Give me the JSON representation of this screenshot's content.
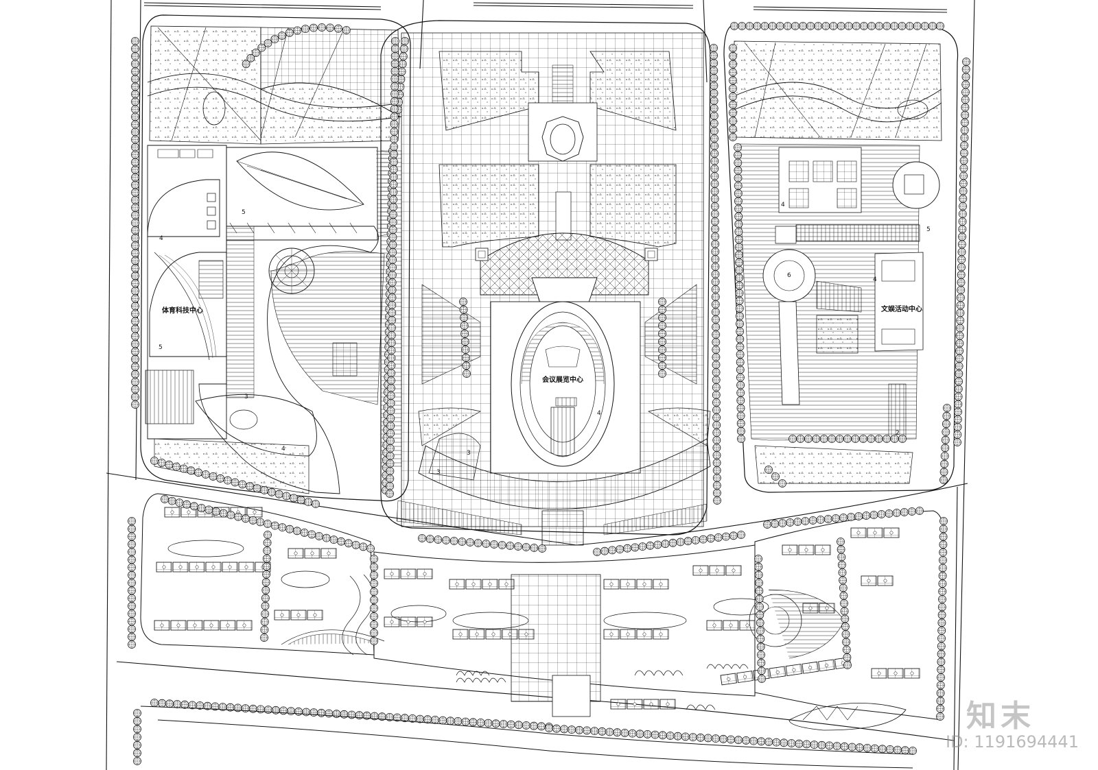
{
  "labels": {
    "sports_center": "体育科技中心",
    "expo_center": "会议展览中心",
    "culture_center": "文娱活动中心"
  },
  "zones": [
    "4",
    "5",
    "5",
    "3",
    "4",
    "3",
    "3",
    "4",
    "4",
    "5",
    "6",
    "4",
    "2"
  ],
  "watermark": {
    "brand": "知末",
    "id": "ID: 1191694441"
  },
  "colors": {
    "line": "#111111",
    "background": "#ffffff",
    "watermark": "#999999"
  }
}
